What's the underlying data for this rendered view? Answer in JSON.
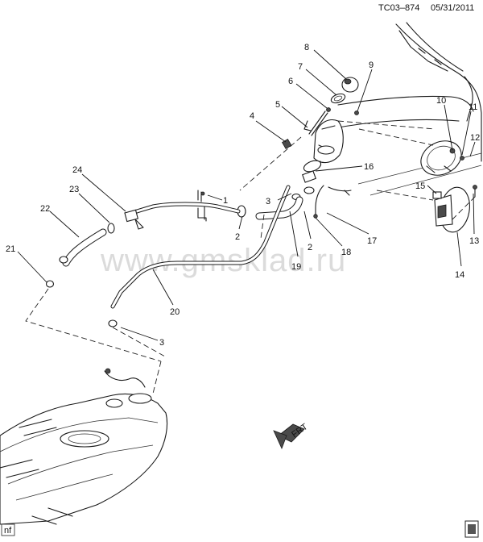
{
  "header": {
    "code": "TC03–874",
    "date": "05/31/2011"
  },
  "watermark": "www.gmsklad.ru",
  "corner_left": "nf",
  "callouts": [
    "1",
    "2",
    "2",
    "3",
    "3",
    "4",
    "5",
    "6",
    "7",
    "8",
    "9",
    "10",
    "11",
    "12",
    "13",
    "14",
    "15",
    "16",
    "17",
    "18",
    "19",
    "20",
    "21",
    "22",
    "23",
    "24"
  ],
  "front_arrow_label": "FRT"
}
